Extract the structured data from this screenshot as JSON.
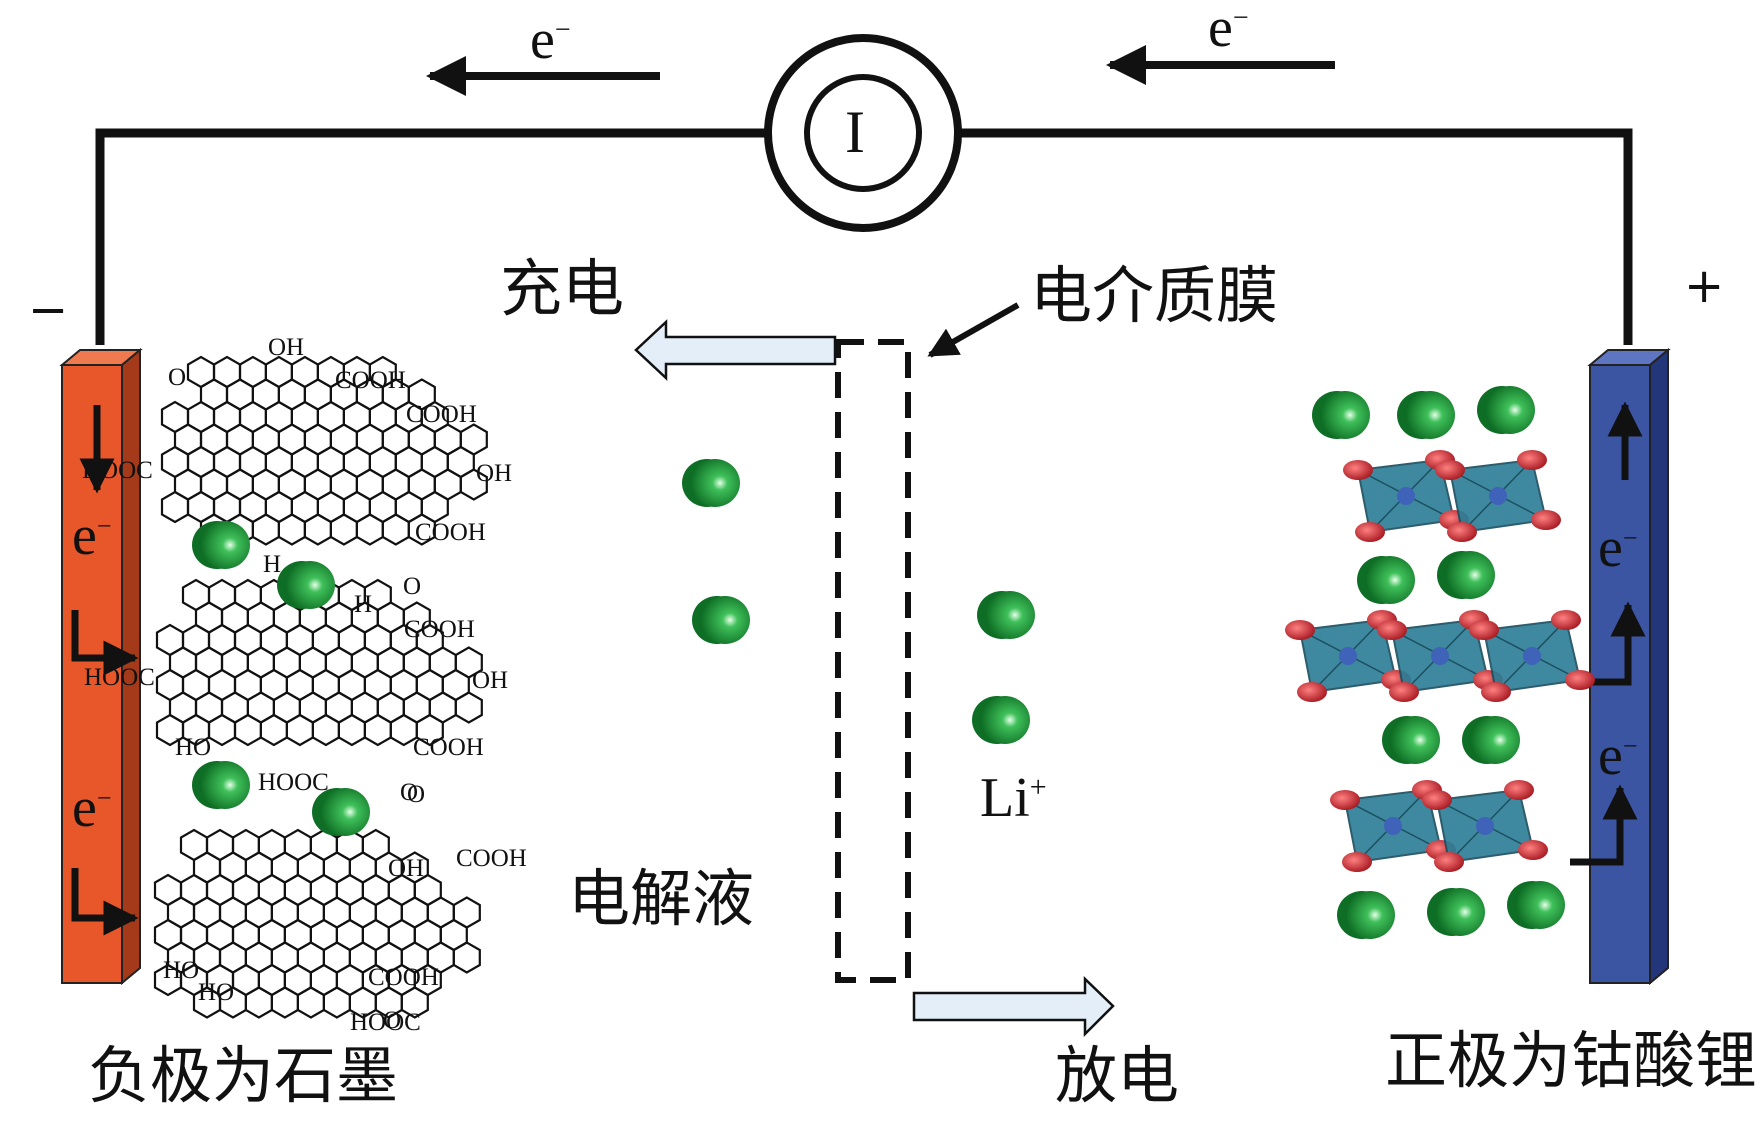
{
  "meter": {
    "symbol": "I"
  },
  "electron_top_left": {
    "label": "e",
    "sup": "−"
  },
  "electron_top_right": {
    "label": "e",
    "sup": "−"
  },
  "terminal_negative": "−",
  "terminal_positive": "+",
  "charge_label": "充电",
  "membrane_label": "电介质膜",
  "electrolyte_label": "电解液",
  "discharge_label": "放电",
  "ion_label": {
    "text": "Li",
    "sup": "+"
  },
  "anode_caption": "负极为石墨",
  "cathode_caption": "正极为钴酸锂",
  "anode_electrons": [
    {
      "label": "e",
      "sup": "−"
    },
    {
      "label": "e",
      "sup": "−"
    }
  ],
  "cathode_electrons": [
    {
      "label": "e",
      "sup": "−"
    },
    {
      "label": "e",
      "sup": "−"
    }
  ],
  "graphene_groups": [
    "OH",
    "COOH",
    "COOH",
    "OH",
    "COOH",
    "H",
    "H",
    "O",
    "COOH",
    "OH",
    "COOH",
    "HOOC",
    "O",
    "COOH",
    "OH",
    "COOH",
    "HOOC",
    "HOOC",
    "HOOC",
    "HO",
    "HO",
    "HO",
    "O",
    "O",
    "O"
  ],
  "colors": {
    "anode": "#e8572a",
    "cathode": "#3b55a3",
    "li_ion": "#1f9a3a",
    "octahedron": "#2e7f97",
    "oxygen": "#c8202a",
    "arrow_fill": "#e3eef8"
  }
}
